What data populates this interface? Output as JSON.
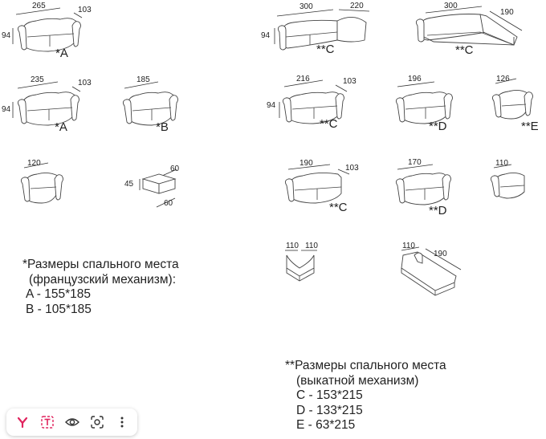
{
  "figures": {
    "f1": {
      "w": "265",
      "d": "103",
      "h": "94",
      "mark": "*A"
    },
    "f2": {
      "w": "235",
      "d": "103",
      "h": "94",
      "mark": "*A"
    },
    "f3": {
      "w": "185",
      "mark": "*B"
    },
    "f4": {
      "w": "120"
    },
    "f5": {
      "w": "60",
      "d": "60",
      "h": "45"
    },
    "f6": {
      "w": "300",
      "w2": "220",
      "h": "94",
      "mark": "**C"
    },
    "f7": {
      "w": "300",
      "d": "190",
      "mark": "**C"
    },
    "f8": {
      "w": "216",
      "d": "103",
      "h": "94",
      "mark": "**C"
    },
    "f9": {
      "w": "196",
      "mark": "**D"
    },
    "f10": {
      "w": "126",
      "mark": "**E"
    },
    "f11": {
      "w": "190",
      "d": "103",
      "mark": "**C"
    },
    "f12": {
      "w": "170",
      "mark": "**D"
    },
    "f13": {
      "w": "110"
    },
    "f14": {
      "a": "110",
      "b": "110"
    },
    "f15": {
      "w": "110",
      "d": "190"
    }
  },
  "notes": {
    "french": {
      "title": "*Размеры спального места",
      "subtitle": "(французский механизм):",
      "a": "A - 155*185",
      "b": "B - 105*185"
    },
    "rollout": {
      "title": "**Размеры спального места",
      "subtitle": "(выкатной механизм)",
      "c": "C - 153*215",
      "d": "D - 133*215",
      "e": "E - 63*215"
    }
  },
  "toolbar": {
    "icons": [
      "yandex-icon",
      "text-icon",
      "eye-icon",
      "camera-search-icon",
      "more-icon"
    ],
    "accent": "#e0245e"
  }
}
